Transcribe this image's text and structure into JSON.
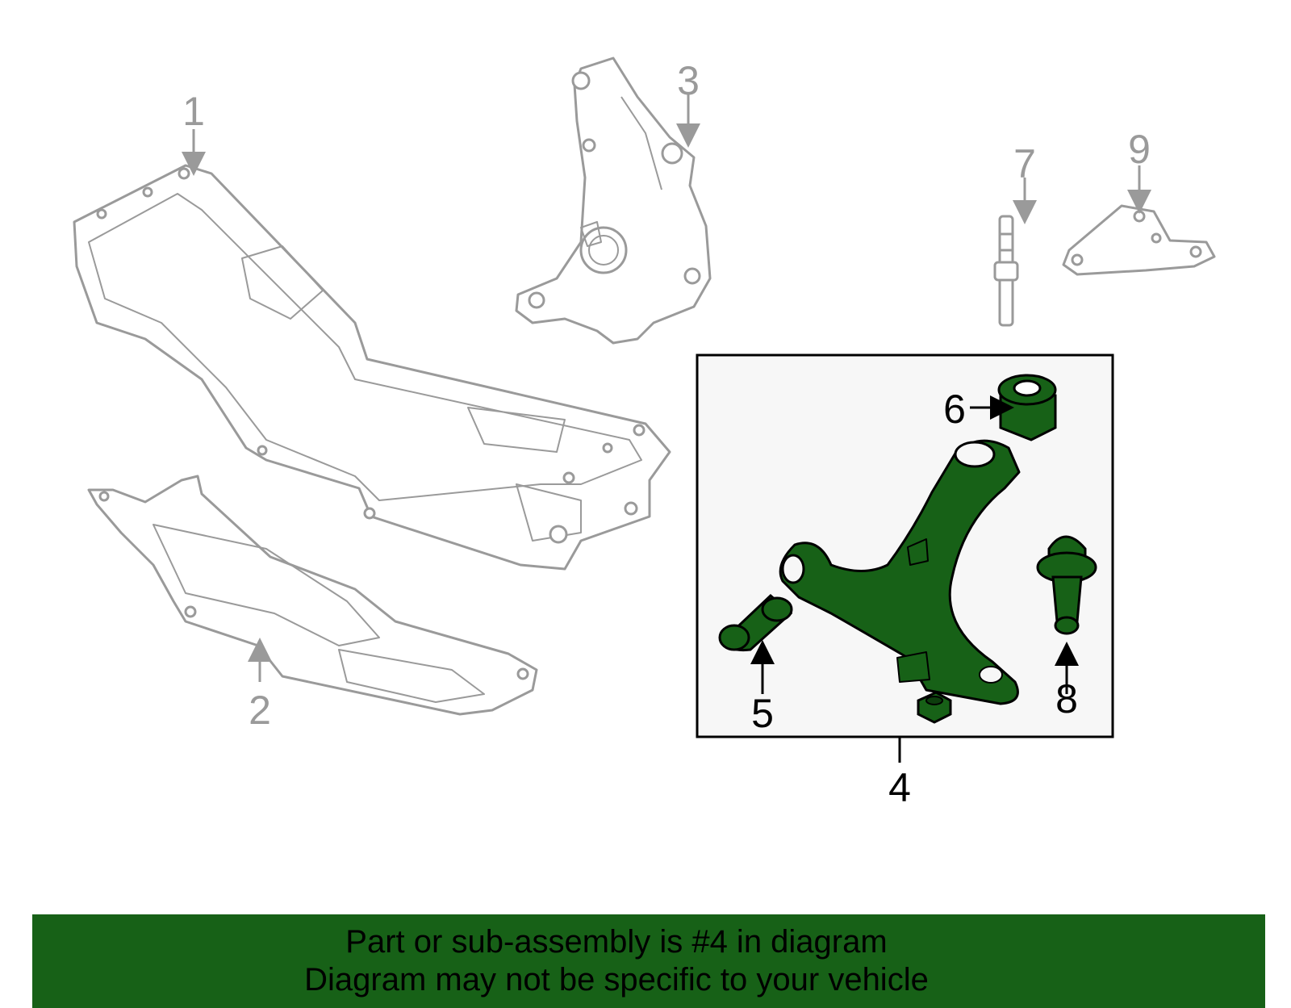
{
  "callouts": {
    "c1": "1",
    "c2": "2",
    "c3": "3",
    "c4": "4",
    "c5": "5",
    "c6": "6",
    "c7": "7",
    "c8": "8",
    "c9": "9"
  },
  "banner": {
    "line1": "Part or sub-assembly is #4 in diagram",
    "line2": "Diagram may not be specific to your vehicle"
  },
  "colors": {
    "highlight": "#176117",
    "grey_parts": "#9a9a9a",
    "box_fill": "#f7f7f7"
  }
}
